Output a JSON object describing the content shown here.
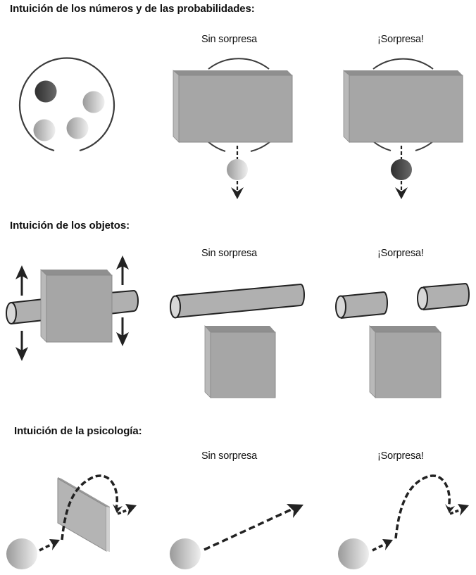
{
  "sections": [
    {
      "heading": "Intuición de los números y de las probabilidades:",
      "panels": [
        {
          "label": "",
          "content": "urn with one dark ball and three light balls"
        },
        {
          "label": "Sin sorpresa",
          "content": "occluded urn, light ball drawn"
        },
        {
          "label": "¡Sorpresa!",
          "content": "occluded urn, dark ball drawn"
        }
      ]
    },
    {
      "heading": "Intuición de los objetos:",
      "panels": [
        {
          "label": "",
          "content": "rod behind box moving up and down"
        },
        {
          "label": "Sin sorpresa",
          "content": "single rod above box"
        },
        {
          "label": "¡Sorpresa!",
          "content": "two rod pieces above box"
        }
      ]
    },
    {
      "heading": "Intuición de la psicología:",
      "panels": [
        {
          "label": "",
          "content": "ball jumps over wall"
        },
        {
          "label": "Sin sorpresa",
          "content": "ball moves straight"
        },
        {
          "label": "¡Sorpresa!",
          "content": "ball jumps with no wall"
        }
      ]
    }
  ],
  "colors": {
    "box_front": "#a6a6a6",
    "box_side": "#b9b9b9",
    "box_top": "#8f8f8f",
    "outline": "#3c3c3c",
    "dark_ball": "#3a3a3a",
    "light_ball": "#d8d8d8",
    "arrow": "#222222"
  }
}
